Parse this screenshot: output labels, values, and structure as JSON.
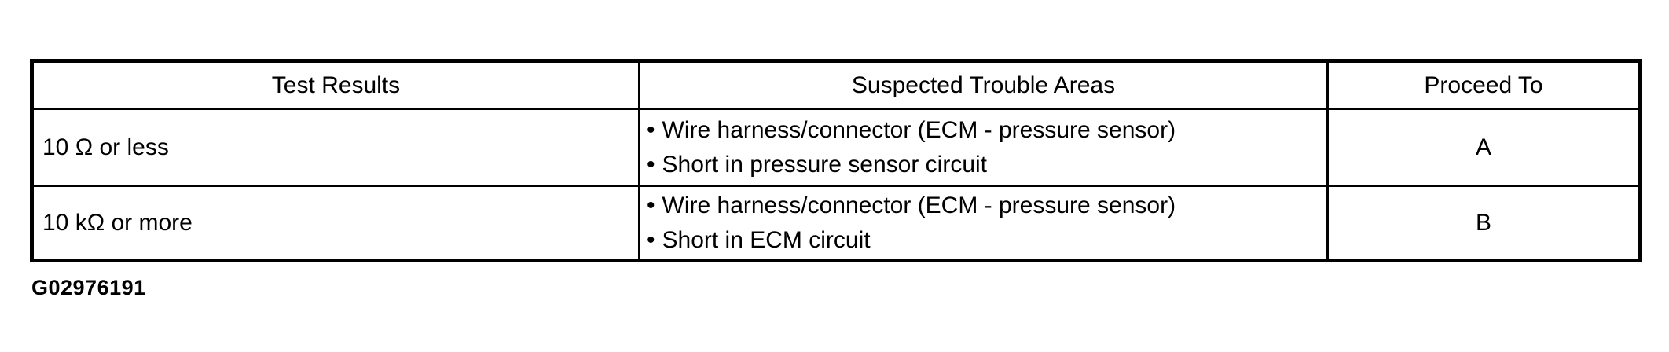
{
  "document": {
    "figure_id": "G02976191"
  },
  "table": {
    "headers": {
      "test_results": "Test Results",
      "suspected_trouble_areas": "Suspected Trouble Areas",
      "proceed_to": "Proceed To"
    },
    "bullet_glyph": "•",
    "rows": [
      {
        "test_result": "10 Ω or less",
        "trouble_areas": [
          "Wire harness/connector (ECM - pressure sensor)",
          "Short in pressure sensor circuit"
        ],
        "proceed_to": "A"
      },
      {
        "test_result": "10 kΩ or more",
        "trouble_areas": [
          "Wire harness/connector (ECM - pressure sensor)",
          "Short in ECM circuit"
        ],
        "proceed_to": "B"
      }
    ]
  },
  "colors": {
    "background": "#ffffff",
    "border": "#000000",
    "text": "#000000"
  }
}
